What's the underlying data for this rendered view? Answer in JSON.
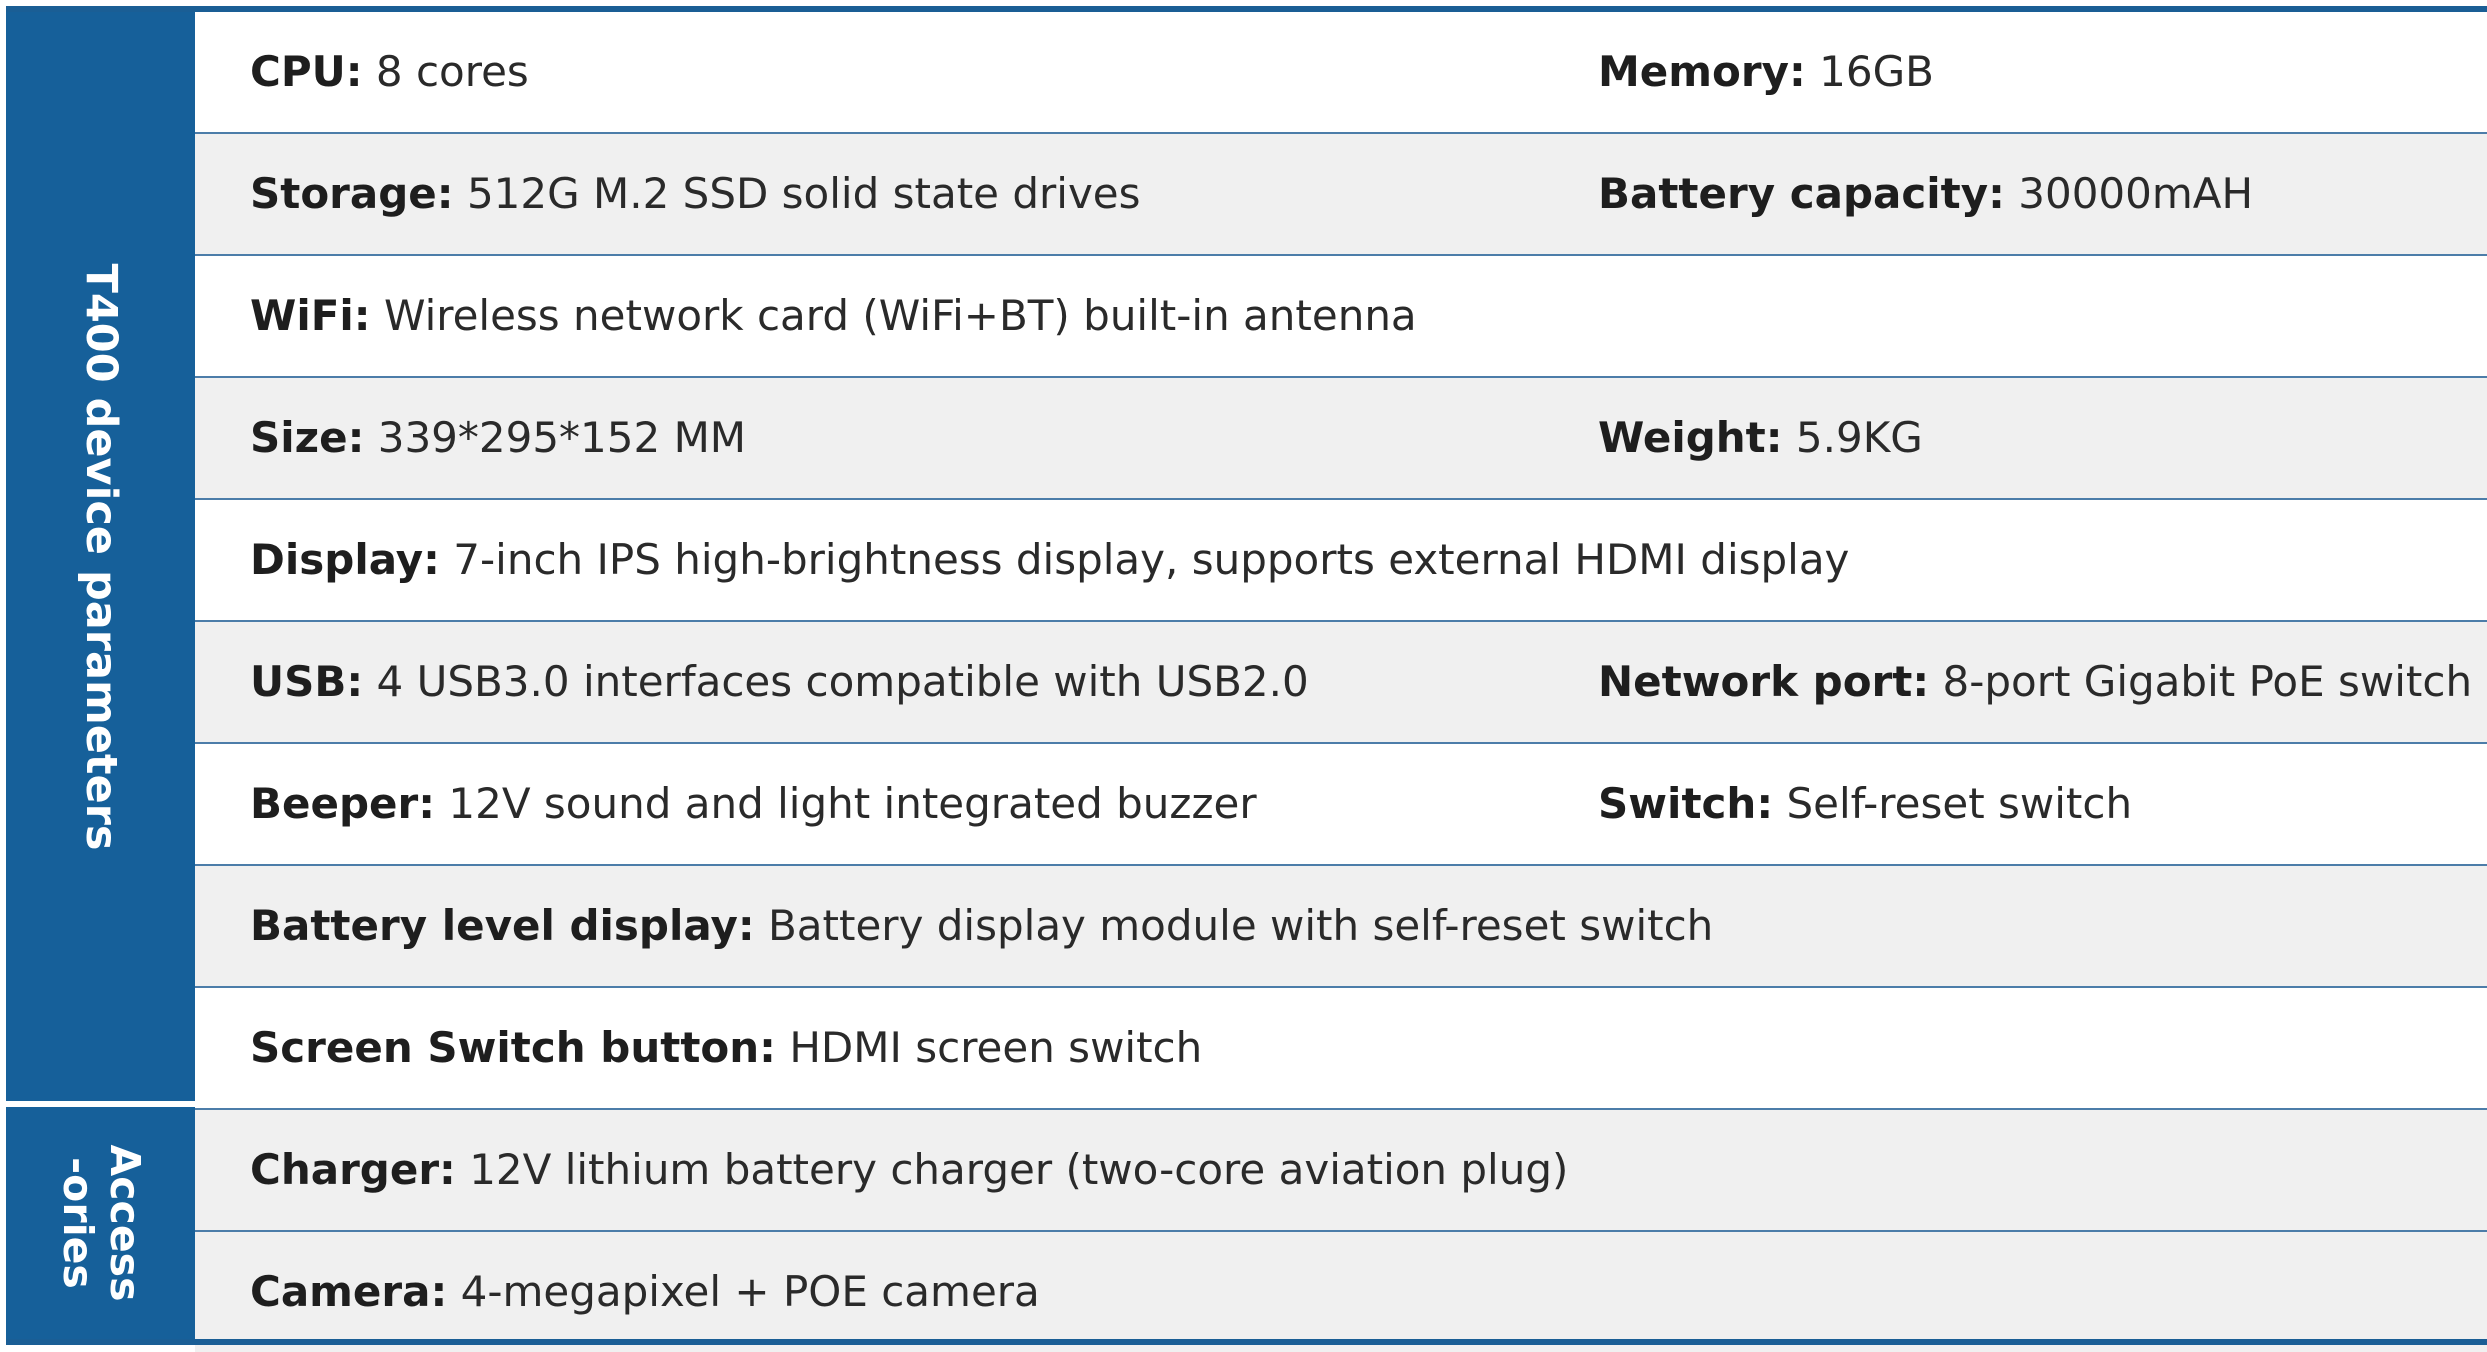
{
  "sections": {
    "parameters_label": "T400 device parameters",
    "accessories_label": "Access\n-ories"
  },
  "rows": [
    {
      "left": {
        "label": "CPU:",
        "value": " 8 cores"
      },
      "right": {
        "label": "Memory:",
        "value": " 16GB"
      }
    },
    {
      "left": {
        "label": "Storage:",
        "value": " 512G M.2 SSD solid state drives"
      },
      "right": {
        "label": "Battery capacity:",
        "value": " 30000mAH"
      }
    },
    {
      "left": {
        "label": "WiFi:",
        "value": " Wireless network card (WiFi+BT) built-in antenna"
      }
    },
    {
      "left": {
        "label": "Size:",
        "value": " 339*295*152 MM"
      },
      "right": {
        "label": "Weight:",
        "value": " 5.9KG"
      }
    },
    {
      "left": {
        "label": "Display:",
        "value": " 7-inch IPS high-brightness display, supports external HDMI display"
      }
    },
    {
      "left": {
        "label": "USB:",
        "value": " 4 USB3.0 interfaces compatible with USB2.0"
      },
      "right": {
        "label": "Network port:",
        "value": " 8-port Gigabit PoE switch"
      }
    },
    {
      "left": {
        "label": "Beeper:",
        "value": " 12V sound and light integrated buzzer"
      },
      "right": {
        "label": "Switch:",
        "value": " Self-reset switch"
      }
    },
    {
      "left": {
        "label": "Battery level display:",
        "value": " Battery display module with self-reset switch"
      }
    },
    {
      "left": {
        "label": "Screen Switch button:",
        "value": " HDMI screen switch"
      }
    },
    {
      "left": {
        "label": "Charger:",
        "value": " 12V lithium battery charger (two-core aviation plug)"
      }
    },
    {
      "left": {
        "label": "Camera:",
        "value": " 4-megapixel + POE camera"
      }
    }
  ],
  "colors": {
    "brand_blue": "#16609a",
    "row_shade": "#f0f0f0",
    "rule": "#4c7da9"
  }
}
